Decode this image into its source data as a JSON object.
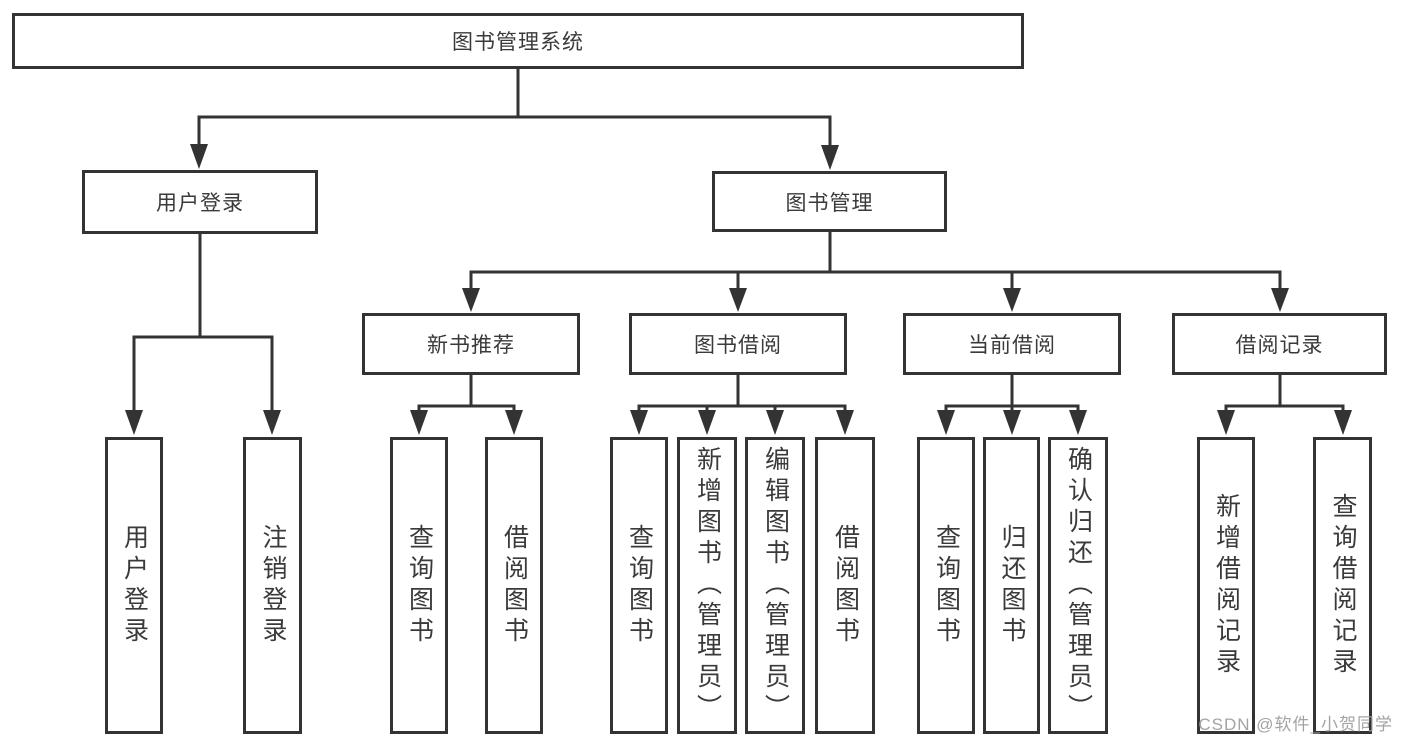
{
  "diagram": {
    "tree": {
      "label": "图书管理系统",
      "children": [
        {
          "label": "用户登录",
          "children": [
            {
              "label": "用户登录"
            },
            {
              "label": "注销登录"
            }
          ]
        },
        {
          "label": "图书管理",
          "children": [
            {
              "label": "新书推荐",
              "children": [
                {
                  "label": "查询图书"
                },
                {
                  "label": "借阅图书"
                }
              ]
            },
            {
              "label": "图书借阅",
              "children": [
                {
                  "label": "查询图书"
                },
                {
                  "label": "新增图书（管理员）"
                },
                {
                  "label": "编辑图书（管理员）"
                },
                {
                  "label": "借阅图书"
                }
              ]
            },
            {
              "label": "当前借阅",
              "children": [
                {
                  "label": "查询图书"
                },
                {
                  "label": "归还图书"
                },
                {
                  "label": "确认归还（管理员）"
                }
              ]
            },
            {
              "label": "借阅记录",
              "children": [
                {
                  "label": "新增借阅记录"
                },
                {
                  "label": "查询借阅记录"
                }
              ]
            }
          ]
        }
      ]
    },
    "colors": {
      "line": "#333333",
      "text": "#3a3a3a",
      "background": "#ffffff",
      "watermark": "#9e9e9e"
    }
  },
  "watermark": {
    "text": "CSDN @软件_小贺同学"
  }
}
